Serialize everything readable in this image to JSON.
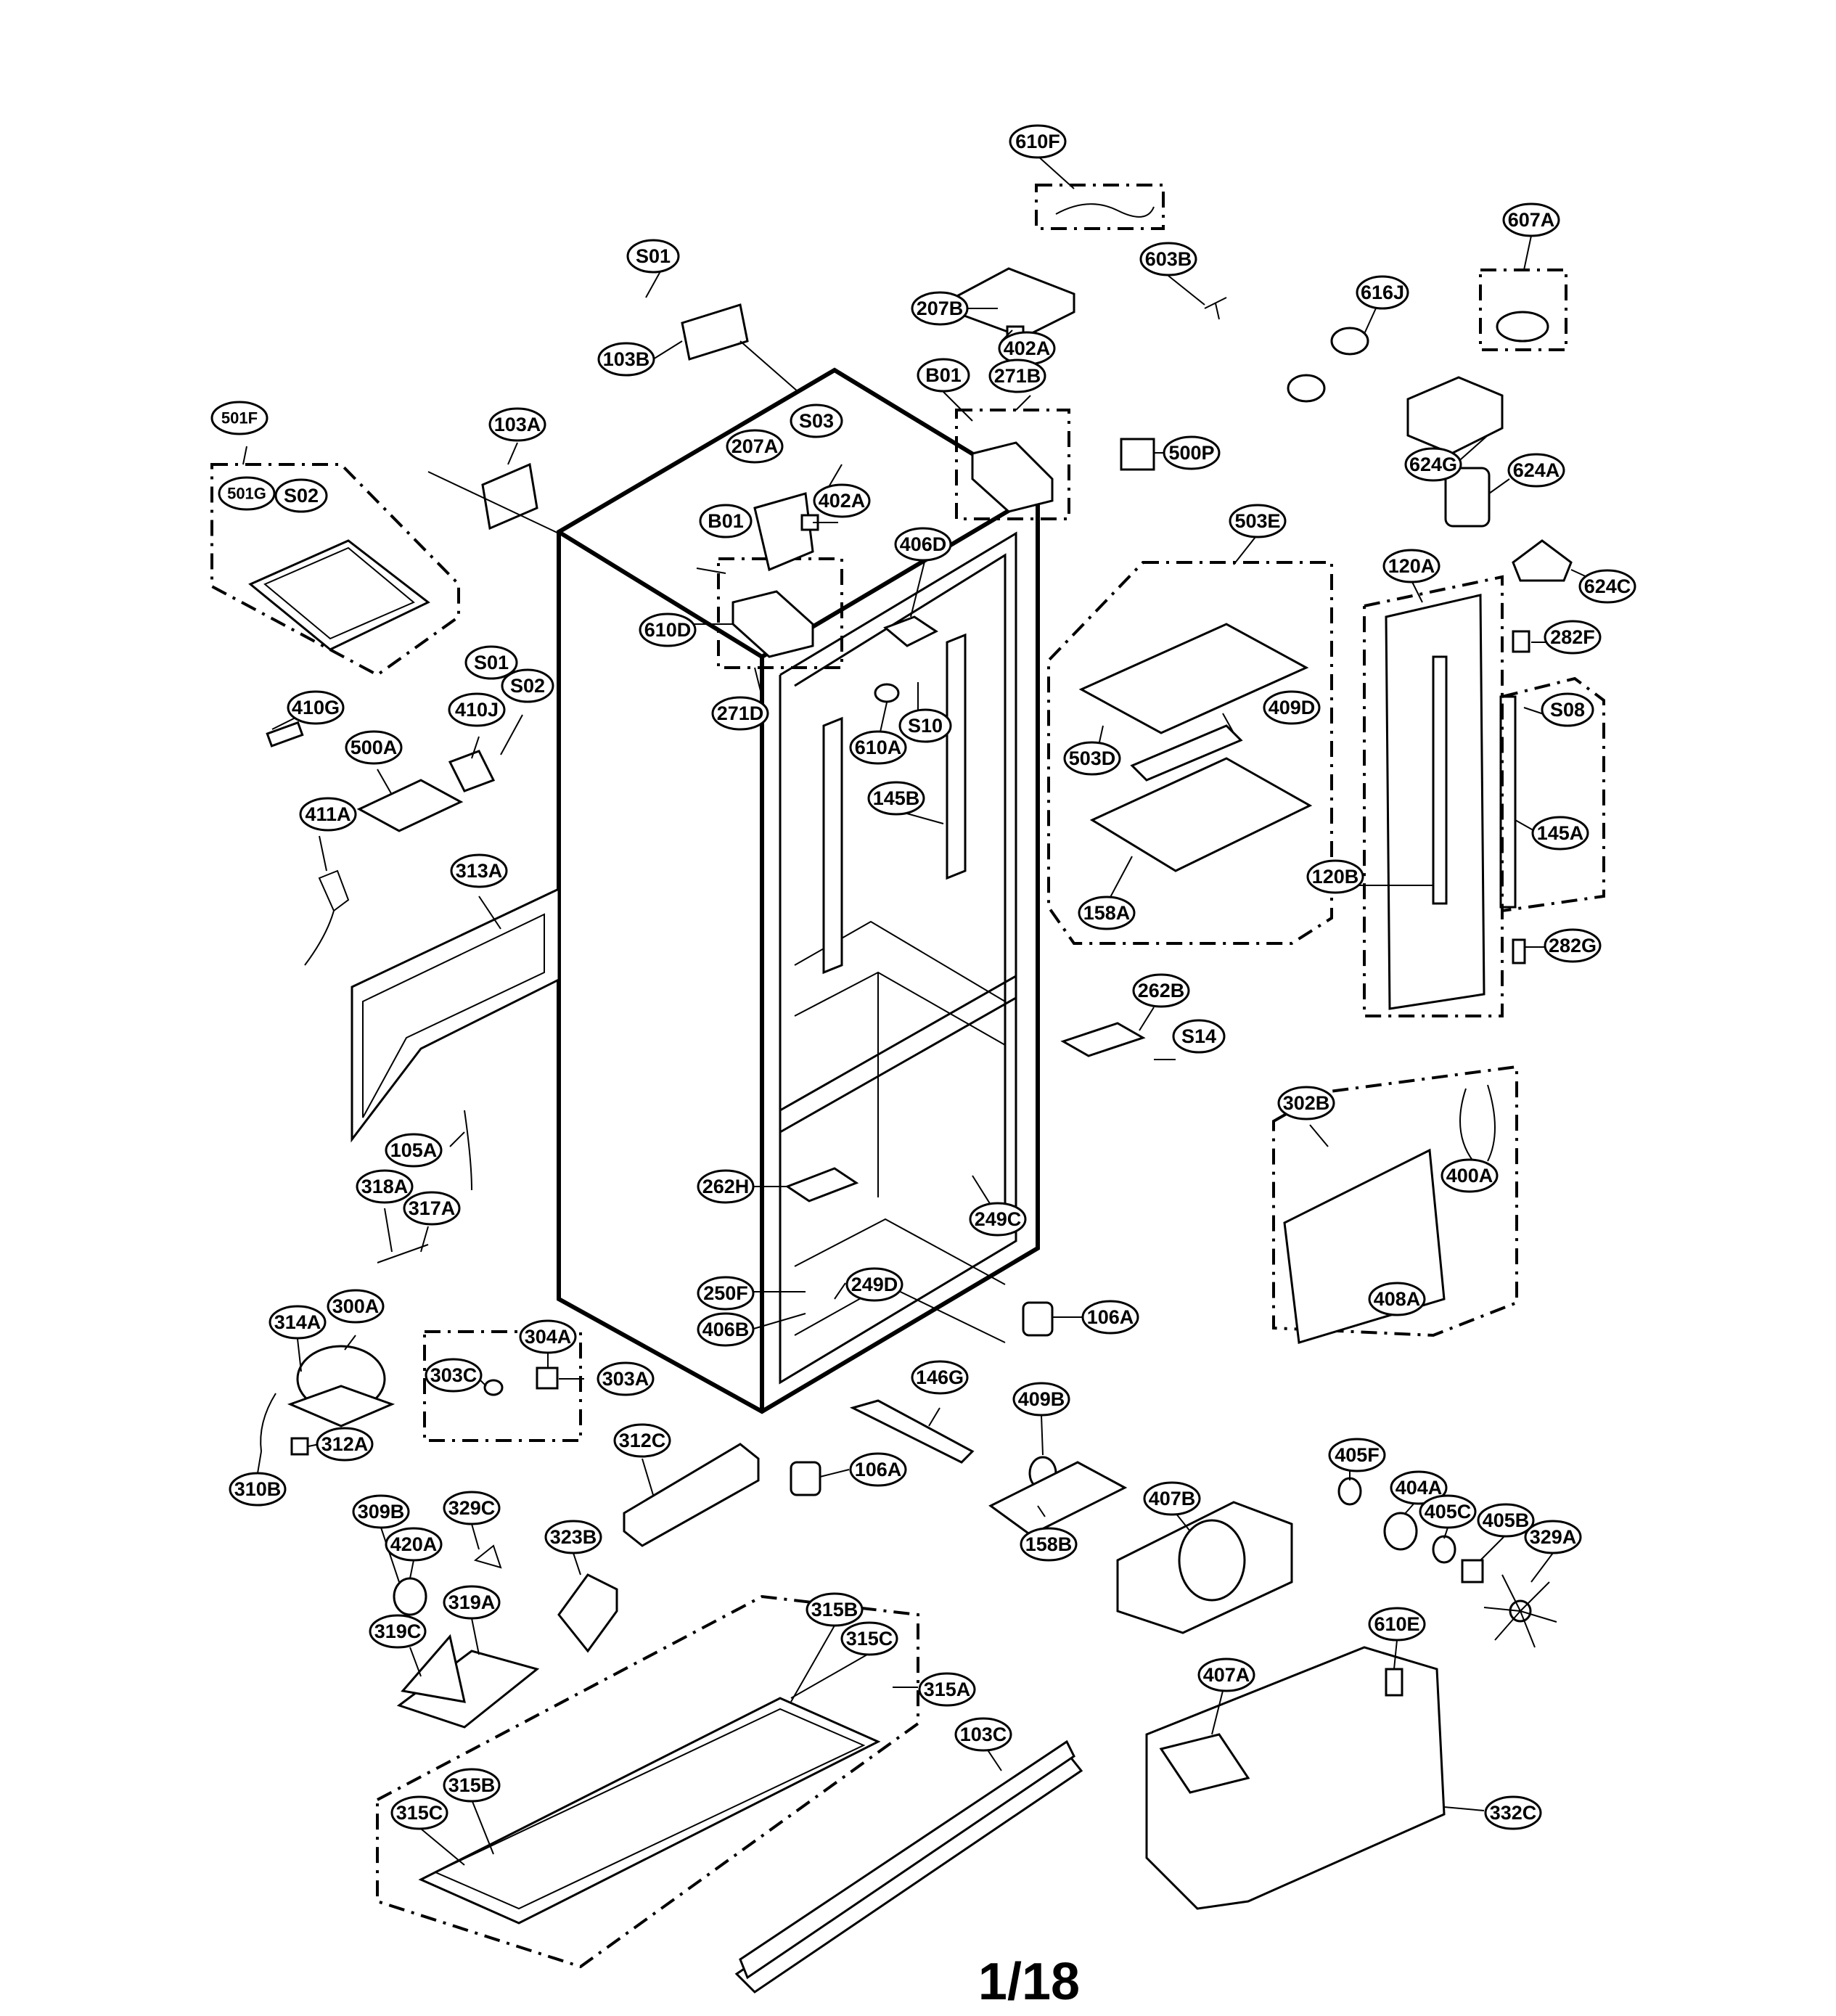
{
  "page_number": "1/18",
  "callouts": [
    "610F",
    "603B",
    "607A",
    "S01",
    "207B",
    "402A",
    "616J",
    "103B",
    "B01",
    "271B",
    "S03",
    "207A",
    "402A",
    "500P",
    "624G",
    "624A",
    "501F",
    "103A",
    "501G",
    "S02",
    "B01",
    "406D",
    "503E",
    "120A",
    "624C",
    "610D",
    "271D",
    "282F",
    "S01",
    "S02",
    "409D",
    "S08",
    "410G",
    "410J",
    "610A",
    "S10",
    "503D",
    "500A",
    "145B",
    "145A",
    "411A",
    "158A",
    "120B",
    "282G",
    "313A",
    "262B",
    "S14",
    "302B",
    "105A",
    "262H",
    "400A",
    "318A",
    "317A",
    "249C",
    "250F",
    "249D",
    "408A",
    "406B",
    "106A",
    "314A",
    "300A",
    "304A",
    "303C",
    "303A",
    "146G",
    "409B",
    "312A",
    "312C",
    "106A",
    "310B",
    "405F",
    "404A",
    "407B",
    "405C",
    "405B",
    "309B",
    "329C",
    "329A",
    "420A",
    "323B",
    "158B",
    "319A",
    "315B",
    "315C",
    "610E",
    "319C",
    "315A",
    "407A",
    "103C",
    "315B",
    "315C",
    "332C"
  ]
}
